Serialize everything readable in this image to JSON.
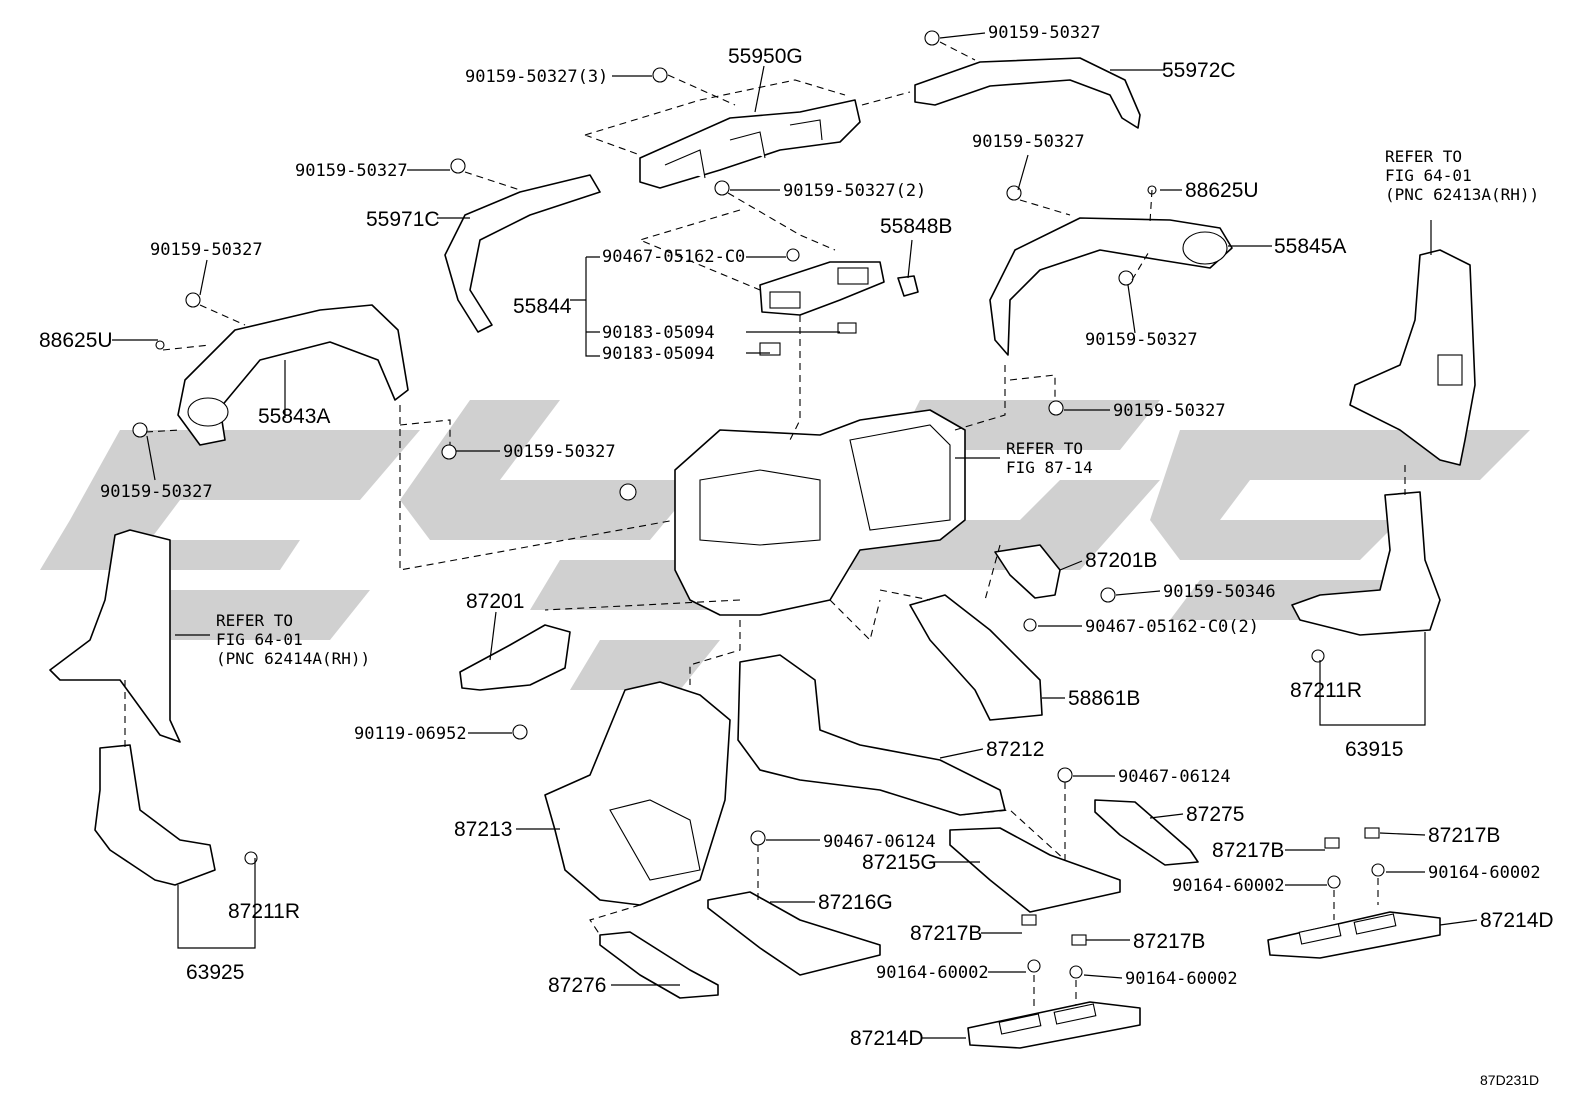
{
  "labels": {
    "p55950G": "55950G",
    "p90159_3": "90159-50327(3)",
    "p90159_top": "90159-50327",
    "p55972C": "55972C",
    "p90159_c": "90159-50327",
    "p55971C": "55971C",
    "p90159_2": "90159-50327(2)",
    "p90467_c0": "90467-05162-C0",
    "p55848B": "55848B",
    "p55844": "55844",
    "p90183_a": "90183-05094",
    "p90183_b": "90183-05094",
    "p90159_rt": "90159-50327",
    "p88625U_r": "88625U",
    "p55845A": "55845A",
    "p90159_r2": "90159-50327",
    "p90159_l": "90159-50327",
    "p88625U_l": "88625U",
    "p55843A": "55843A",
    "p90159_lb": "90159-50327",
    "p90159_mid": "90159-50327",
    "p90159_rmid": "90159-50327",
    "p87201B": "87201B",
    "p90159_346": "90159-50346",
    "p90467_c0_2": "90467-05162-C0(2)",
    "p58861B": "58861B",
    "p87201": "87201",
    "p90119": "90119-06952",
    "p87212": "87212",
    "p90467_06124_r": "90467-06124",
    "p87275": "87275",
    "p87213": "87213",
    "p90467_06124_m": "90467-06124",
    "p87215G": "87215G",
    "p87216G": "87216G",
    "p87217B_r1": "87217B",
    "p87217B_r2": "87217B",
    "p90164_r1": "90164-60002",
    "p90164_r2": "90164-60002",
    "p87214D_r": "87214D",
    "p87217B_m1": "87217B",
    "p87217B_m2": "87217B",
    "p90164_m1": "90164-60002",
    "p90164_m2": "90164-60002",
    "p87214D_m": "87214D",
    "p87276": "87276",
    "p87211R_l": "87211R",
    "p63925": "63925",
    "p87211R_r": "87211R",
    "p63915": "63915"
  },
  "references": {
    "fig_87_14": [
      "REFER TO",
      "FIG 87-14"
    ],
    "fig_64_01_left": [
      "REFER TO",
      "FIG 64-01",
      "(PNC 62414A(RH))"
    ],
    "fig_64_01_right": [
      "REFER TO",
      "FIG 64-01",
      "(PNC 62413A(RH))"
    ]
  },
  "figure_id": "87D231D",
  "watermark_color": "#d0d0d0"
}
